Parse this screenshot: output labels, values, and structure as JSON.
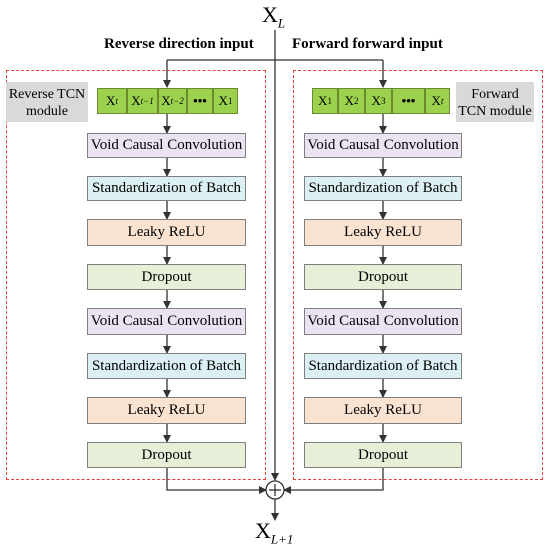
{
  "input_label": "X",
  "input_sub": "L",
  "output_label": "X",
  "output_sub": "L+1",
  "left": {
    "header": "Reverse direction input",
    "module_label": "Reverse TCN module",
    "cells": [
      "X",
      "X",
      "X",
      "•••",
      "X"
    ],
    "cell_subs": [
      "t",
      "t−1",
      "t−2",
      "",
      "1"
    ],
    "layers": [
      "Void Causal Convolution",
      "Standardization of Batch",
      "Leaky ReLU",
      "Dropout",
      "Void Causal Convolution",
      "Standardization of Batch",
      "Leaky ReLU",
      "Dropout"
    ]
  },
  "right": {
    "header": "Forward forward input",
    "module_label": "Forward TCN module",
    "cells": [
      "X",
      "X",
      "X",
      "•••",
      "X"
    ],
    "cell_subs": [
      "1",
      "2",
      "3",
      "",
      "t"
    ],
    "layers": [
      "Void Causal Convolution",
      "Standardization of Batch",
      "Leaky ReLU",
      "Dropout",
      "Void Causal Convolution",
      "Standardization of Batch",
      "Leaky ReLU",
      "Dropout"
    ]
  },
  "colors": {
    "conv": "#ece3f2",
    "batch": "#dcf0f4",
    "relu": "#fbe3d2",
    "dropout": "#e7efd8",
    "sequence_cell": "#9bd14d",
    "module_border": "#e8403c"
  }
}
